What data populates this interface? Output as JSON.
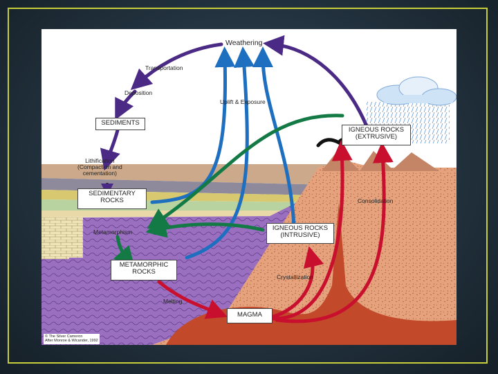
{
  "diagram": {
    "boxes": {
      "sediments": "SEDIMENTS",
      "sedimentary_line1": "SEDIMENTARY",
      "sedimentary_line2": "ROCKS",
      "metamorphic_line1": "METAMORPHIC",
      "metamorphic_line2": "ROCKS",
      "magma": "MAGMA",
      "igneous_intrusive_line1": "IGNEOUS ROCKS",
      "igneous_intrusive_line2": "(INTRUSIVE)",
      "igneous_extrusive_line1": "IGNEOUS ROCKS",
      "igneous_extrusive_line2": "(EXTRUSIVE)"
    },
    "processes": {
      "weathering": "Weathering",
      "transportation": "Transportation",
      "deposition": "Deposition",
      "uplift": "Uplift & Exposure",
      "lithification_line1": "Lithification",
      "lithification_line2": "(Compaction and",
      "lithification_line3": "cementation)",
      "metamorphism": "Metamorphism",
      "melting": "Melting",
      "crystallization": "Crystallization",
      "consolidation": "Consolidation"
    },
    "credit_line1": "© The Silver Cameron",
    "credit_line2": "After Monroe & Wicander, 1992"
  },
  "colors": {
    "purple_arrow": "#4b2a86",
    "blue_arrow": "#1f6fc0",
    "green_arrow": "#137a45",
    "red_arrow": "#c8102e",
    "metamorphic_fill": "#9b6fc0",
    "crust_fill": "#e6a27d",
    "magma_fill": "#c24a2a",
    "frame_border": "#c9cf3a"
  }
}
